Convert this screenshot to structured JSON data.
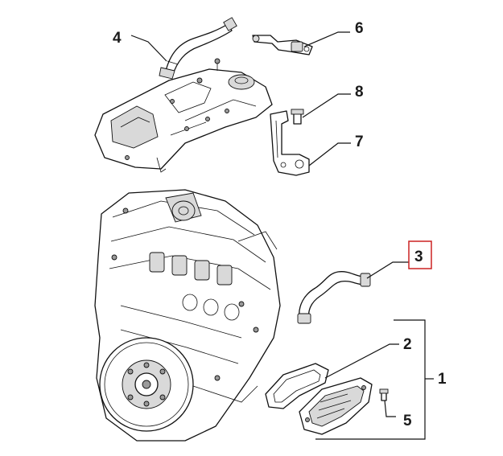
{
  "callouts": {
    "c1": "1",
    "c2": "2",
    "c3": "3",
    "c4": "4",
    "c5": "5",
    "c6": "6",
    "c7": "7",
    "c8": "8"
  },
  "highlight": {
    "callout": "3",
    "color": "#cc2222"
  },
  "colors": {
    "line": "#111111",
    "fill": "#ffffff",
    "shade": "#d9d9d9"
  }
}
